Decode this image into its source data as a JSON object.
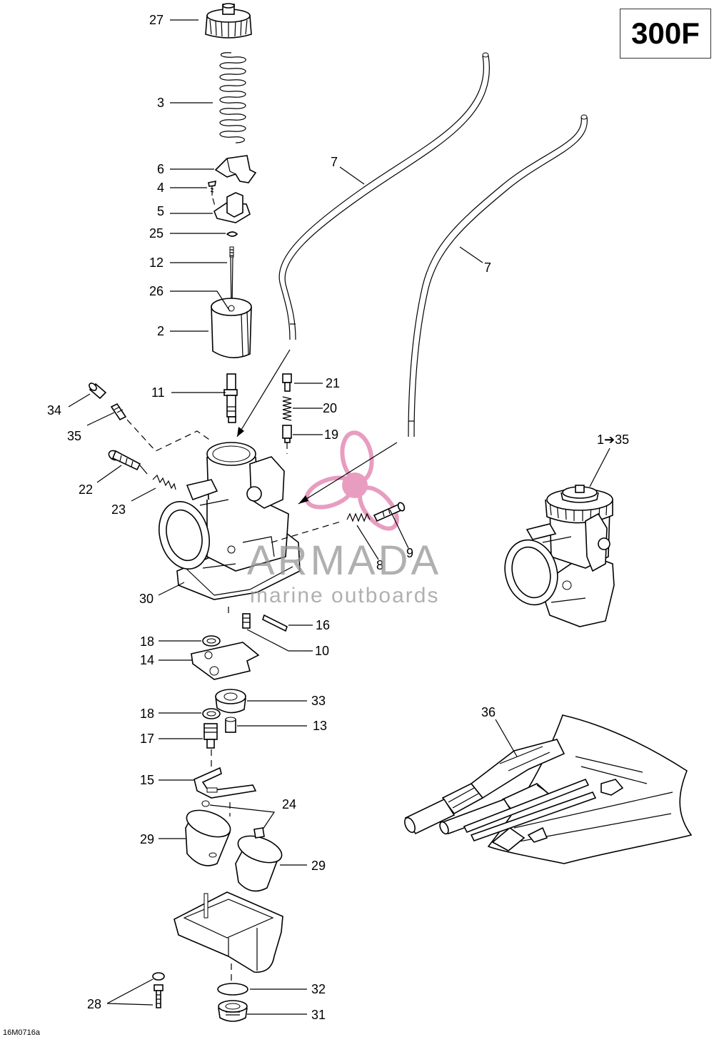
{
  "model": "300F",
  "ref_code": "16M0716a",
  "watermark": {
    "brand": "ARMADA",
    "tagline": "marine outboards",
    "logo_color": "#e58cb6"
  },
  "callouts": {
    "c27": "27",
    "c3": "3",
    "c6": "6",
    "c4": "4",
    "c5": "5",
    "c25": "25",
    "c12": "12",
    "c26": "26",
    "c2": "2",
    "c11": "11",
    "c34": "34",
    "c35": "35",
    "c22": "22",
    "c23": "23",
    "c30": "30",
    "c21": "21",
    "c20": "20",
    "c19": "19",
    "c7a": "7",
    "c7b": "7",
    "c8": "8",
    "c9": "9",
    "c16": "16",
    "c10": "10",
    "c18a": "18",
    "c14": "14",
    "c33": "33",
    "c18b": "18",
    "c13": "13",
    "c17": "17",
    "c15": "15",
    "c24": "24",
    "c29a": "29",
    "c29b": "29",
    "c28": "28",
    "c32": "32",
    "c31": "31",
    "c36": "36",
    "assembly": "1➔35"
  }
}
